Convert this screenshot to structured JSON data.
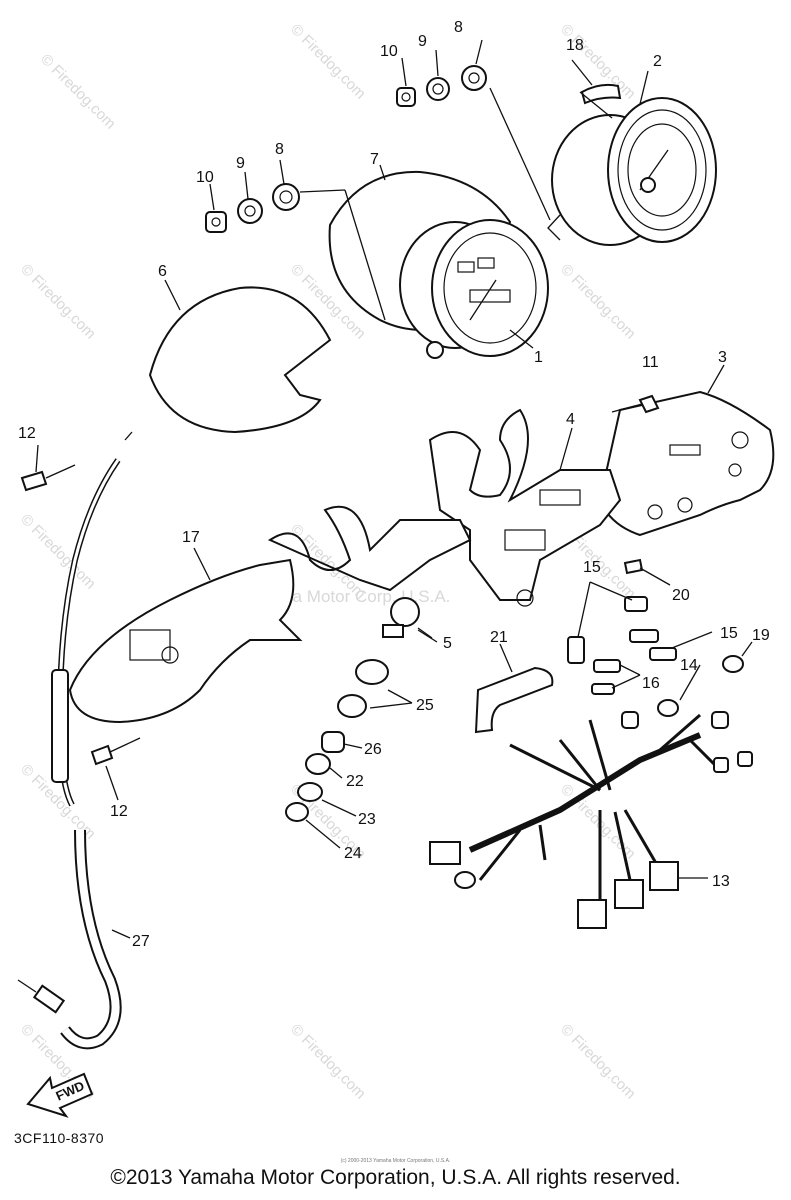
{
  "part_labels": {
    "l1": "1",
    "l2": "2",
    "l3": "3",
    "l4": "4",
    "l5": "5",
    "l6": "6",
    "l7": "7",
    "l8a": "8",
    "l8b": "8",
    "l9a": "9",
    "l9b": "9",
    "l10a": "10",
    "l10b": "10",
    "l11": "11",
    "l12a": "12",
    "l12b": "12",
    "l13": "13",
    "l14": "14",
    "l15a": "15",
    "l15b": "15",
    "l16": "16",
    "l17": "17",
    "l18": "18",
    "l19": "19",
    "l20": "20",
    "l21": "21",
    "l22": "22",
    "l23": "23",
    "l24": "24",
    "l25": "25",
    "l26": "26",
    "l27": "27"
  },
  "watermark": "© Firedog.com",
  "center_watermark": "Yamaha Motor Corp, U.S.A.",
  "fwd_label": "FWD",
  "diagram_code": "3CF110-8370",
  "tiny_notice": "(c) 2000-2013 Yamaha Motor Corporation, U.S.A.",
  "copyright": "©2013 Yamaha Motor Corporation, U.S.A. All rights reserved."
}
